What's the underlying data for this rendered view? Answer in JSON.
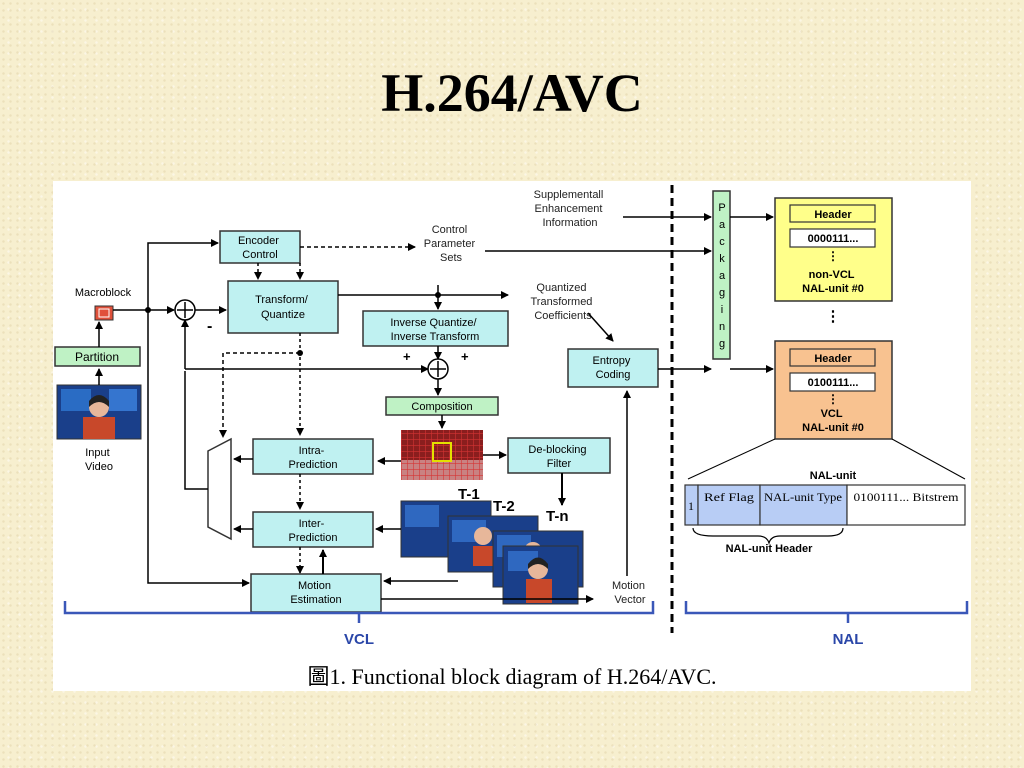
{
  "slide": {
    "title": "H.264/AVC"
  },
  "diagram": {
    "caption": "圖1. Functional block diagram of H.264/AVC.",
    "vcl": {
      "macroblock": "Macroblock",
      "partition": "Partition",
      "input_video": [
        "Input",
        "Video"
      ],
      "encoder_control": [
        "Encoder",
        "Control"
      ],
      "transform_quantize": [
        "Transform/",
        "Quantize"
      ],
      "inverse_transform": [
        "Inverse Quantize/",
        "Inverse Transform"
      ],
      "composition": "Composition",
      "intra_prediction": [
        "Intra-",
        "Prediction"
      ],
      "inter_prediction": [
        "Inter-",
        "Prediction"
      ],
      "motion_estimation": [
        "Motion",
        "Estimation"
      ],
      "deblocking_filter": [
        "De-blocking",
        "Filter"
      ],
      "entropy_coding": [
        "Entropy",
        "Coding"
      ],
      "control_parameter_sets": [
        "Control",
        "Parameter",
        "Sets"
      ],
      "quantized_coefficients": [
        "Quantized",
        "Transformed",
        "Coefficients"
      ],
      "supplemental_info": [
        "Supplementall",
        "Enhancement",
        "Information"
      ],
      "motion_vector": [
        "Motion",
        "Vector"
      ],
      "minus_sign": "-",
      "plus_sign": "+",
      "frame_labels": [
        "T-1",
        "T-2",
        "T-n"
      ],
      "section_label": "VCL"
    },
    "nal": {
      "packaging_letters": [
        "P",
        "a",
        "c",
        "k",
        "a",
        "g",
        "i",
        "n",
        "g"
      ],
      "non_vcl_header": "Header",
      "non_vcl_bits": "0000111...",
      "non_vcl_label": [
        "non-VCL",
        "NAL-unit #0"
      ],
      "vcl_header": "Header",
      "vcl_bits": "0100111...",
      "vcl_label": [
        "VCL",
        "NAL-unit #0"
      ],
      "vdots": "⋮",
      "nal_unit_title": "NAL-unit",
      "nal_fields": [
        "1",
        "Ref Flag",
        "NAL-unit Type",
        "0100111... Bitstrem"
      ],
      "nal_unit_header_label": "NAL-unit Header",
      "section_label": "NAL"
    },
    "colors": {
      "cyan_block": "#bff1f1",
      "green_block": "#bff2c5",
      "yellow_box": "#ffff8a",
      "orange_box": "#f8c290",
      "blue_field": "#b8cdf5",
      "brace_blue": "#3a57b8"
    }
  }
}
